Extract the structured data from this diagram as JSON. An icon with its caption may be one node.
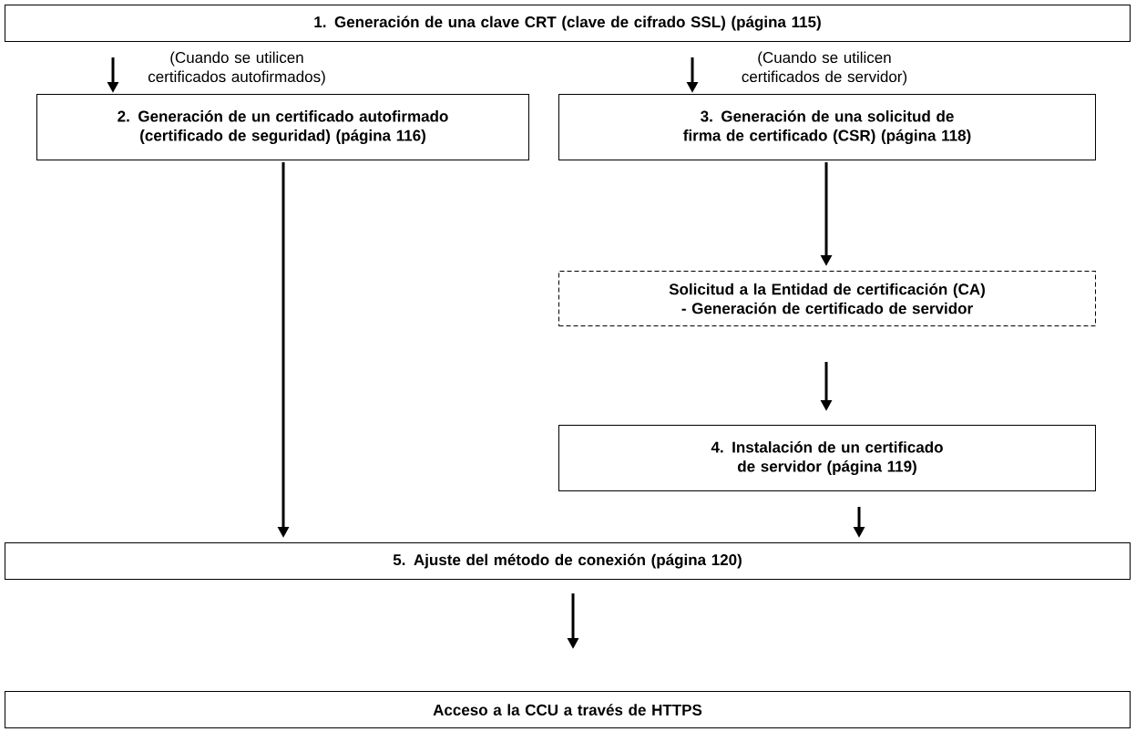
{
  "diagram": {
    "nodes": [
      {
        "text": [
          "1. Generación de una clave CRT (clave de cifrado SSL) (página 115)"
        ]
      },
      {
        "text": [
          "2. Generación de un certificado autofirmado (certificado de seguridad) (página 116)"
        ]
      },
      {
        "text": [
          "3. Generación de una solicitud de firma de certificado (CSR) (página 118)"
        ]
      },
      {
        "text": [
          "Solicitud a la Entidad de certificación (CA) - Generación de certificado de servidor"
        ]
      },
      {
        "text": [
          "4. Instalación de un certificado de servidor (página 119)"
        ]
      },
      {
        "text": [
          "5. Ajuste del método de conexión (página 120)"
        ]
      },
      {
        "text": [
          "Acceso a la CCU a través de HTTPS"
        ]
      }
    ],
    "edges": [
      {
        "from": 0,
        "to": 1,
        "arrow": "to",
        "label": "(Cuando se utilicen certificados autofirmados)"
      },
      {
        "from": 0,
        "to": 2,
        "arrow": "to",
        "label": "(Cuando se utilicen certificados de servidor)"
      },
      {
        "from": 1,
        "to": 5,
        "arrow": "to"
      },
      {
        "from": 2,
        "to": 3,
        "arrow": "to"
      },
      {
        "from": 3,
        "to": 4,
        "arrow": "to"
      },
      {
        "from": 4,
        "to": 5,
        "arrow": "to"
      },
      {
        "from": 5,
        "to": 6,
        "arrow": "to"
      }
    ]
  }
}
